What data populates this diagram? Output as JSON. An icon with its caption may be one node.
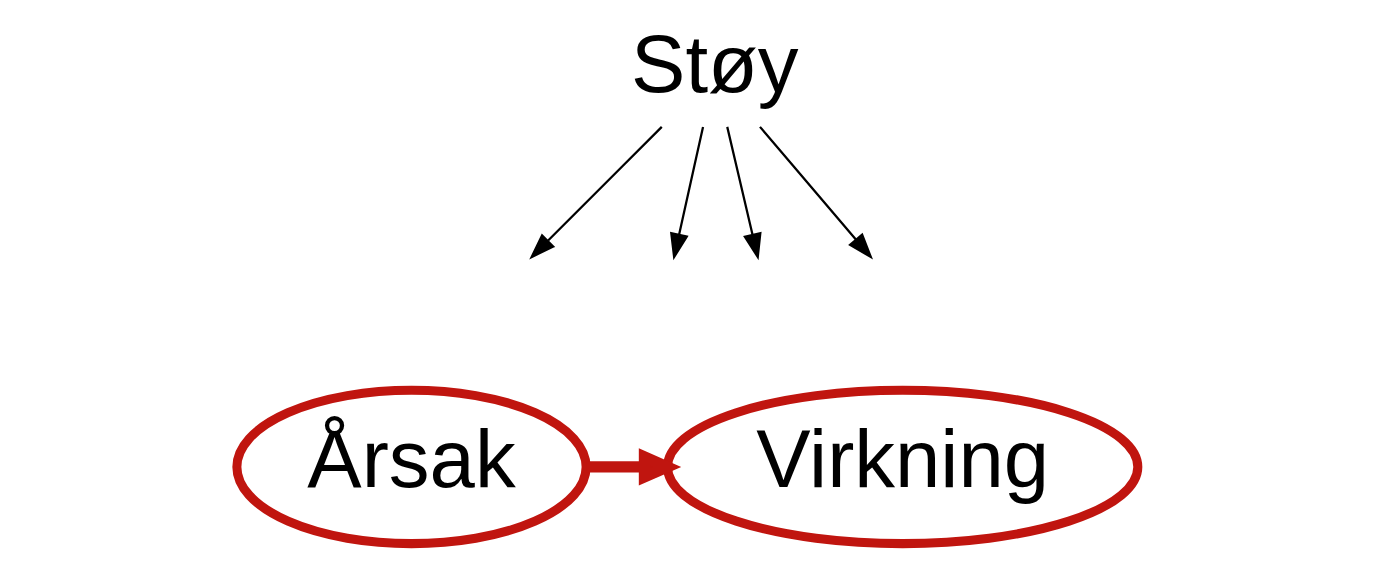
{
  "diagram": {
    "nodes": [
      {
        "text": [
          "Støy"
        ]
      },
      {
        "text": [
          "Årsak"
        ]
      },
      {
        "text": [
          "Virkning"
        ]
      }
    ],
    "edges": [
      {
        "from": 1,
        "to": 2,
        "arrow": "to",
        "style": "thick",
        "color": "#c0150f"
      },
      {
        "from": 0,
        "to": null,
        "arrow": "to"
      },
      {
        "from": 0,
        "to": null,
        "arrow": "to"
      },
      {
        "from": 0,
        "to": null,
        "arrow": "to"
      },
      {
        "from": 0,
        "to": null,
        "arrow": "to"
      }
    ]
  }
}
